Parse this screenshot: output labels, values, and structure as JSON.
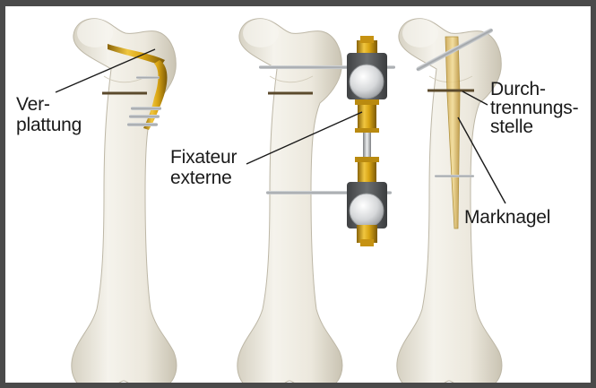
{
  "labels": {
    "verplattung": "Ver-\nplattung",
    "fixateur": "Fixateur\nexterne",
    "durchtrennung": "Durch-\ntrennungs-\nstelle",
    "marknagel": "Marknagel"
  },
  "colors": {
    "frame": "#4a4a4a",
    "panel": "#ffffff",
    "bone": "#ece9df",
    "bone_shadow": "#c9c4b4",
    "metal_gold": "#d9a514",
    "metal_silver": "#b9bcbf",
    "clamp_dark": "#5d5f61",
    "cut_line": "#5b4a2c",
    "leader_line": "#1a1a1a"
  }
}
